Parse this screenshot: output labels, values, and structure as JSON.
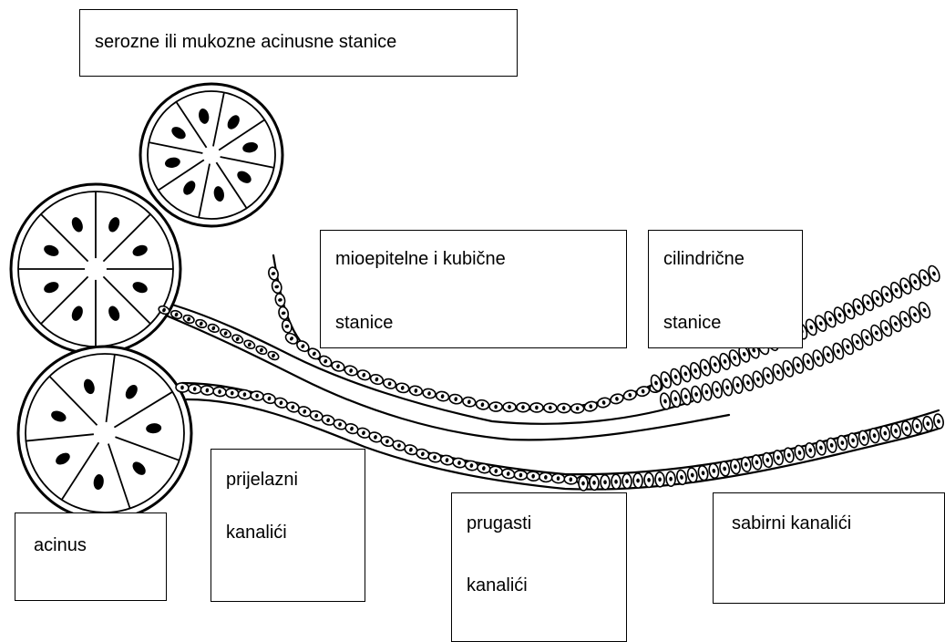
{
  "labels": {
    "acinar_cells": "serozne ili mukozne acinusne stanice",
    "myoepithelial_line1": "mioepitelne i kubične",
    "myoepithelial_line2": "stanice",
    "columnar_line1": "cilindrične",
    "columnar_line2": "stanice",
    "intercalated_line1": "prijelazni",
    "intercalated_line2": "kanalići",
    "striated_line1": "prugasti",
    "striated_line2": "kanalići",
    "collecting": "sabirni kanalići",
    "acinus": "acinus"
  },
  "colors": {
    "ink": "#000000",
    "paper": "#ffffff"
  }
}
